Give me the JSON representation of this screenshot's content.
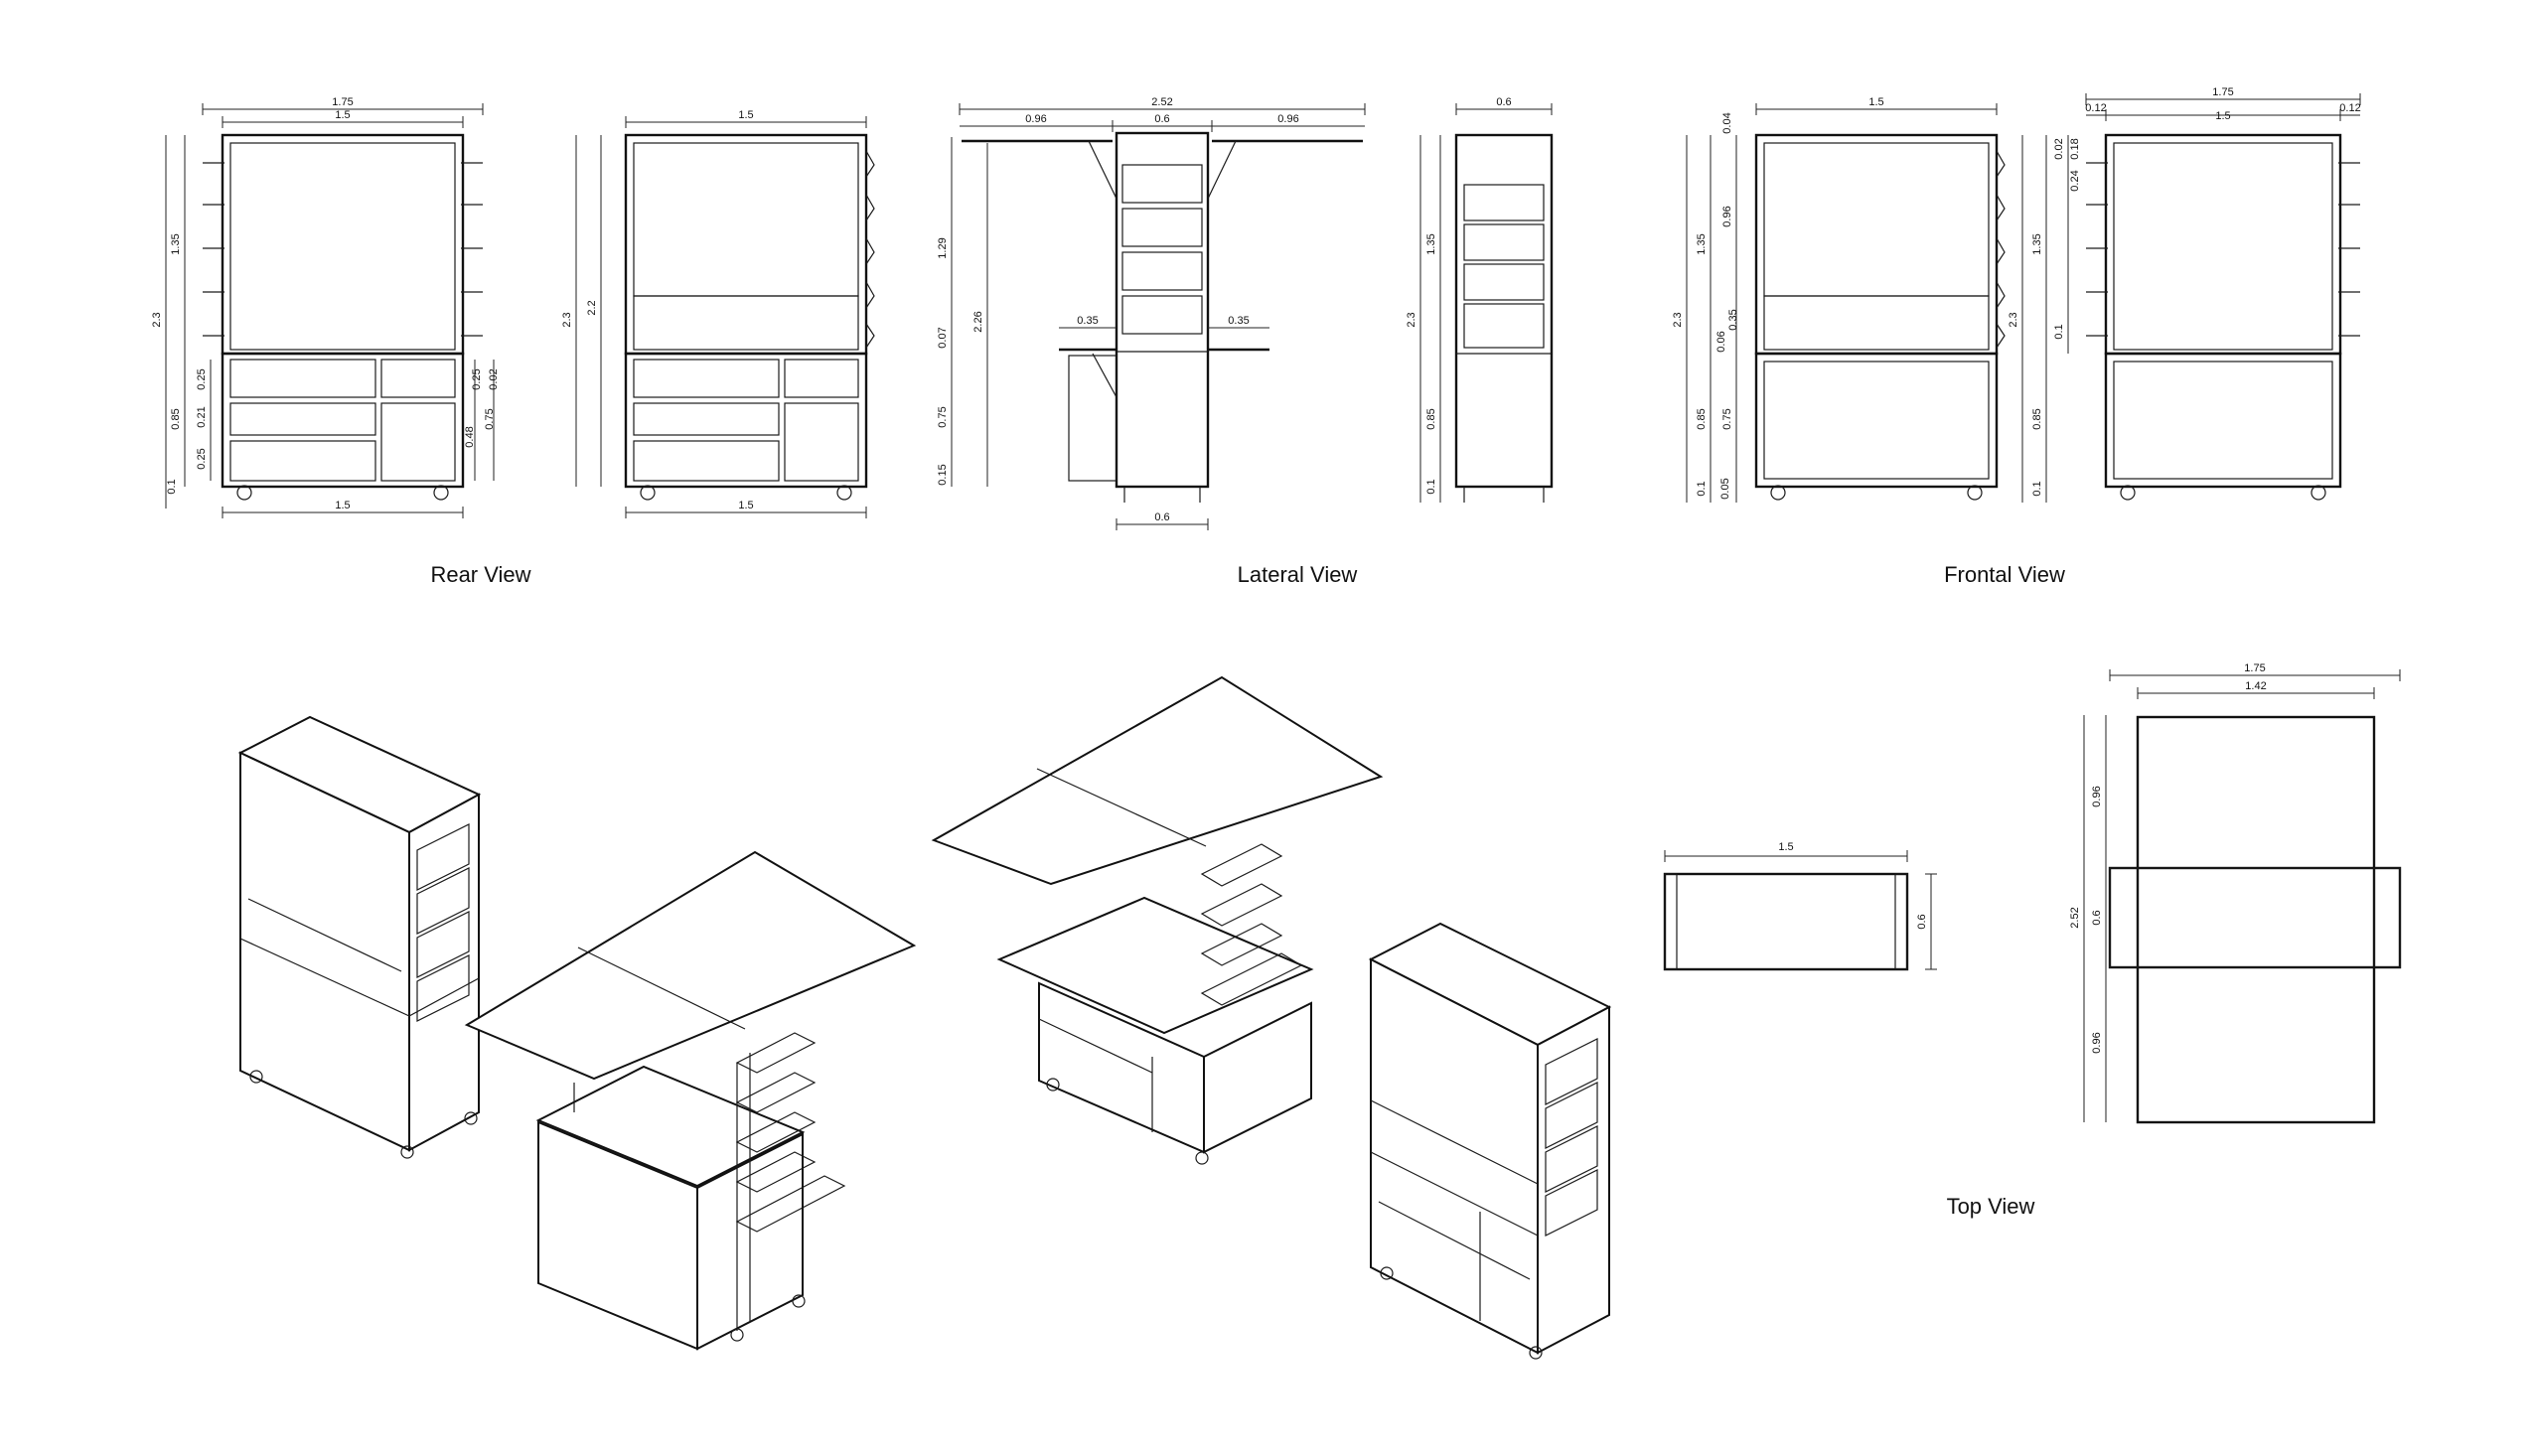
{
  "captions": {
    "rear": "Rear View",
    "lateral": "Lateral View",
    "frontal": "Frontal View",
    "top": "Top View"
  },
  "dims": {
    "rear_width_total": "1.75",
    "rear_width_body": "1.5",
    "rear_width_bottom": "1.5",
    "rear_height_total": "2.3",
    "rear_height_upper": "1.35",
    "rear_height_lower": "0.85",
    "rear_wheel": "0.1",
    "rear_drawer_a": "0.25",
    "rear_drawer_b": "0.21",
    "rear_drawer_c": "0.25",
    "rear_drawer_d": "0.25",
    "rear_drawer_e": "0.02",
    "rear_drawer_f": "0.48",
    "rear_drawer_g": "0.75",
    "rear2_width": "1.5",
    "rear2_width_bottom": "1.5",
    "rear2_height_total": "2.3",
    "rear2_height_body": "2.2",
    "lat_width_total": "2.52",
    "lat_wing_left": "0.96",
    "lat_center": "0.6",
    "lat_wing_right": "0.96",
    "lat_height_upper": "1.29",
    "lat_height_total": "2.26",
    "lat_gap": "0.07",
    "lat_lower": "0.75",
    "lat_wheel": "0.15",
    "lat_shelf_left": "0.35",
    "lat_shelf_right": "0.35",
    "lat_bottom": "0.6",
    "lat2_width": "0.6",
    "lat2_height_total": "2.3",
    "lat2_upper": "1.35",
    "lat2_lower": "0.85",
    "lat2_wheel": "0.1",
    "front_width": "1.5",
    "front_height_total": "2.3",
    "front_upper": "1.35",
    "front_a": "0.04",
    "front_b": "0.96",
    "front_c": "0.35",
    "front_d": "0.06",
    "front_lower": "0.85",
    "front_e": "0.75",
    "front_wheel": "0.1",
    "front_f": "0.05",
    "front2_width_total": "1.75",
    "front2_left": "0.12",
    "front2_body": "1.5",
    "front2_right": "0.12",
    "front2_height_total": "2.3",
    "front2_upper": "1.35",
    "front2_lower": "0.85",
    "front2_wheel": "0.1",
    "front2_s1": "0.02",
    "front2_s2": "0.24",
    "front2_s3": "0.18",
    "front2_small": "0.1",
    "top1_width": "1.5",
    "top1_depth": "0.6",
    "top2_width_total": "1.75",
    "top2_width_inner": "1.42",
    "top2_depth_total": "2.52",
    "top2_wing_a": "0.96",
    "top2_center": "0.6",
    "top2_wing_b": "0.96"
  }
}
